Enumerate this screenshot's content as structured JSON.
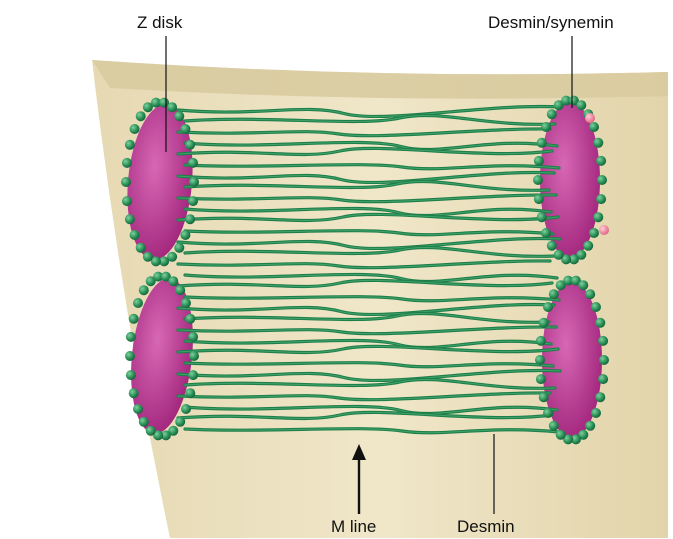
{
  "labels": {
    "z_disk": "Z disk",
    "desmin_synemin": "Desmin/synemin",
    "m_line": "M line",
    "desmin": "Desmin"
  },
  "colors": {
    "sheet_face": "#ede3c3",
    "sheet_edge": "#dccfa6",
    "filament": "#1f7f4a",
    "filament_highlight": "#4fb077",
    "bead": "#2a9156",
    "disk": "#b7338e",
    "disk_light": "#d768b5",
    "synemin_bead": "#f07f9a",
    "leader_line": "#111111"
  },
  "icons": {
    "arrow": "up-arrow-icon"
  }
}
